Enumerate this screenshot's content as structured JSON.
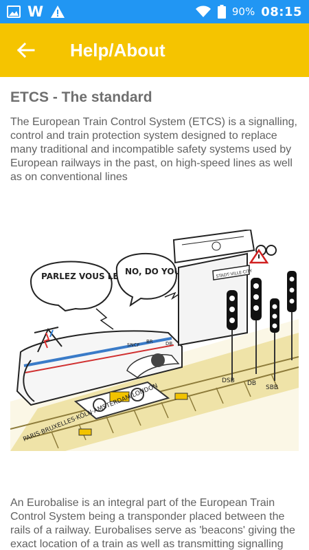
{
  "status_bar": {
    "icons": [
      "image-icon",
      "w-app-icon",
      "warning-icon",
      "wifi-icon",
      "battery-icon"
    ],
    "w_letter": "W",
    "battery": "90%",
    "time": "08:15",
    "color": "#2196f3"
  },
  "app_bar": {
    "title": "Help/About",
    "back_icon": "arrow-left-icon",
    "color": "#f5c400"
  },
  "content": {
    "heading": "ETCS - The standard",
    "paragraph1": "The European Train Control System (ETCS) is a signalling, control and train protection system designed to replace many traditional and incompatible safety systems used by European railways in the past, on high-speed lines as well as on conventional lines",
    "illustration": {
      "bubble_left": "PARLEZ VOUS LE FRANCAIS ?",
      "bubble_right": "NO, DO YOU ?",
      "signbox_sign": "STADT·VILLE·CITY",
      "signal_label_1": "DSB",
      "signal_label_2": "DB",
      "signal_label_3": "SBB",
      "track_label": "PARIS·BRUXELLES·KÖLN·AMSTERDAM·LONDON",
      "box_labels": [
        "SNCF",
        "BR",
        "DB"
      ]
    },
    "paragraph2": "An Eurobalise is an integral part of the European Train Control System being a transponder placed between the rails of a railway. Eurobalises serve as 'beacons' giving the exact location of a train as well as transmitting signalling information in a digital telegram to the train."
  }
}
